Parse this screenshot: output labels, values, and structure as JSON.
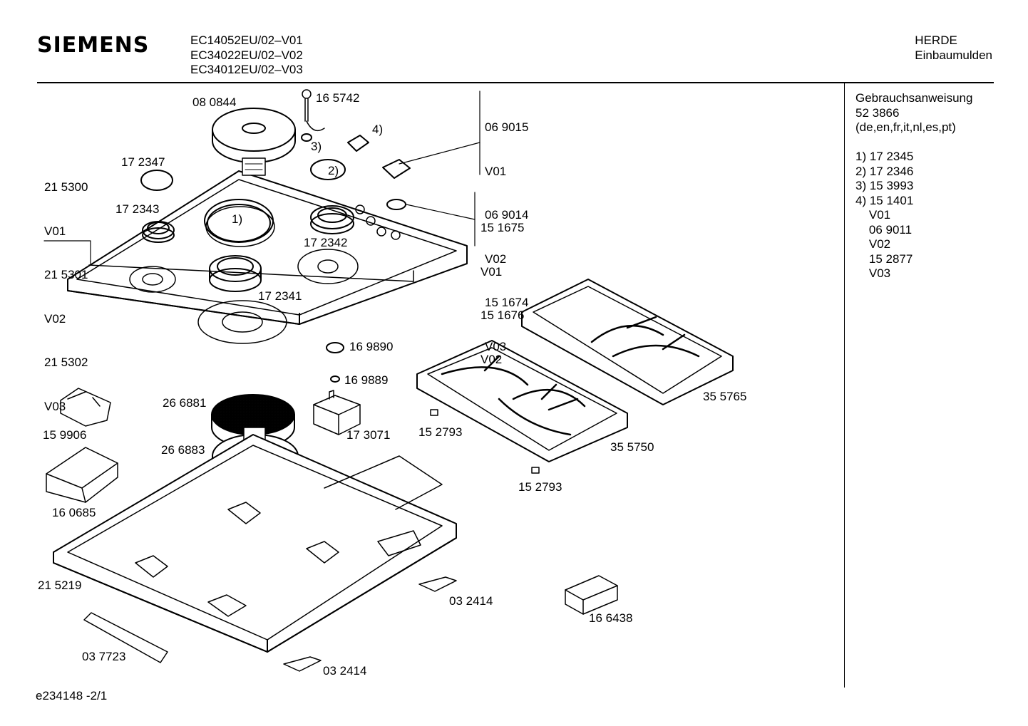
{
  "header": {
    "brand": "SIEMENS",
    "models": [
      "EC14052EU/02–V01",
      "EC34022EU/02–V02",
      "EC34012EU/02–V03"
    ],
    "category": [
      "HERDE",
      "Einbaumulden"
    ]
  },
  "side_panel": {
    "lines": [
      "Gebrauchsanweisung",
      "52 3866",
      "(de,en,fr,it,nl,es,pt)",
      "",
      "1) 17 2345",
      "2) 17 2346",
      "3) 15 3993",
      "4) 15 1401",
      "    V01",
      "    06 9011",
      "    V02",
      "    15 2877",
      "    V03"
    ]
  },
  "footer": {
    "doc_id": "e234148   -2/1"
  },
  "parts": {
    "p_080844": "08 0844",
    "p_165742": "16 5742",
    "p_mark4": "4)",
    "p_mark3": "3)",
    "p_mark2": "2)",
    "p_mark1": "1)",
    "group_069015": [
      "06 9015",
      "V01",
      "06 9014",
      "V02",
      "15 1674",
      "V03"
    ],
    "group_215300": [
      "21 5300",
      "V01",
      "21 5301",
      "V02",
      "21 5302",
      "V03"
    ],
    "p_172347": "17 2347",
    "p_172343": "17 2343",
    "group_151675": [
      "15 1675",
      "V01",
      "15 1676",
      "V02"
    ],
    "p_172342": "17 2342",
    "p_172341": "17 2341",
    "p_169890": "16 9890",
    "p_169889": "16 9889",
    "p_266881": "26 6881",
    "p_266883": "26 6883",
    "p_173071": "17 3071",
    "p_159906": "15 9906",
    "p_160685": "16 0685",
    "p_152793a": "15 2793",
    "p_152793b": "15 2793",
    "p_355750": "35 5750",
    "p_355765": "35 5765",
    "p_215219": "21 5219",
    "p_032414a": "03 2414",
    "p_032414b": "03 2414",
    "p_166438": "16 6438",
    "p_037723": "03 7723"
  }
}
